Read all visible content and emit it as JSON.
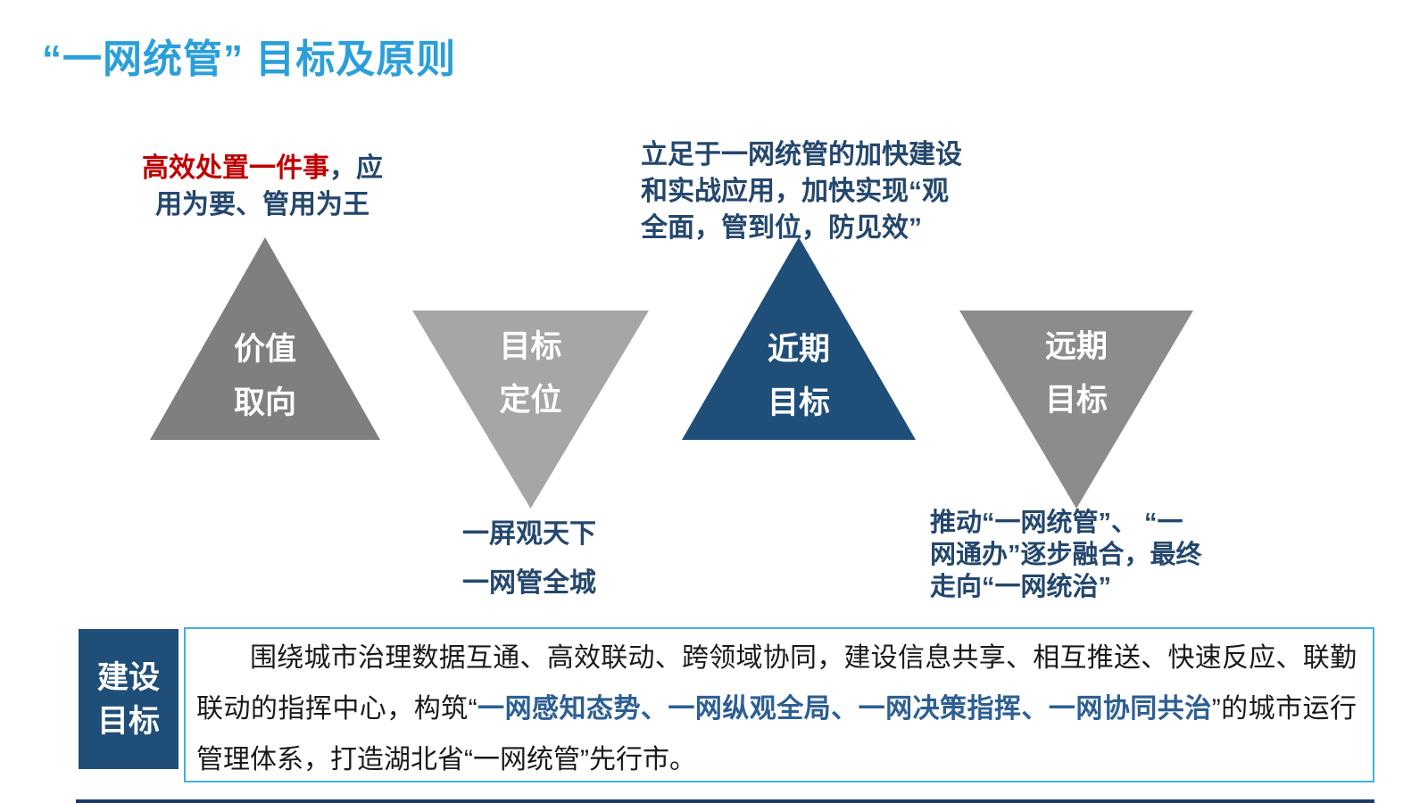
{
  "title": "“一网统管” 目标及原则",
  "colors": {
    "title_blue": "#2B9FD9",
    "navy_text": "#24476D",
    "red_highlight": "#C00000",
    "tri_gray_dark": "#7F7F7F",
    "tri_gray_light": "#A6A6A6",
    "tri_blue": "#1F4E79",
    "tri_gray_mid": "#8C8C8C",
    "box_border_cyan": "#3FB1E3",
    "label_box_blue": "#1F4E79",
    "paragraph_highlight": "#2C5F93",
    "footer_bar": "#1F3864",
    "body_text": "#1A1A1A"
  },
  "annotations": {
    "value_note": {
      "line1_highlight": "高效处置一件事",
      "line1_rest": "，应",
      "line2": "用为要、管用为王"
    },
    "near_note_lines": [
      "立足于一网统管的加快建设",
      "和实战应用，加快实现“观",
      "全面，管到位，防见效”"
    ],
    "screen_note": {
      "line1": "一屏观天下",
      "line2": "一网管全城"
    },
    "far_note_lines": [
      "推动“一网统管”、 “一",
      "网通办”逐步融合，最终",
      "走向“一网统治”"
    ]
  },
  "triangles": [
    {
      "id": "value-orientation",
      "direction": "up",
      "line1": "价值",
      "line2": "取向"
    },
    {
      "id": "goal-positioning",
      "direction": "down",
      "line1": "目标",
      "line2": "定位"
    },
    {
      "id": "near-term-goal",
      "direction": "up",
      "line1": "近期",
      "line2": "目标"
    },
    {
      "id": "long-term-goal",
      "direction": "down",
      "line1": "远期",
      "line2": "目标"
    }
  ],
  "construction": {
    "label_line1": "建设",
    "label_line2": "目标",
    "body_prefix": "围绕城市治理数据互通、高效联动、跨领域协同，建设信息共享、相互推送、快速反应、联勤联动的指挥中心，构筑“",
    "body_highlight": "一网感知态势、一网纵观全局、一网决策指挥、一网协同共治",
    "body_suffix": "”的城市运行管理体系，打造湖北省“一网统管”先行市。"
  }
}
